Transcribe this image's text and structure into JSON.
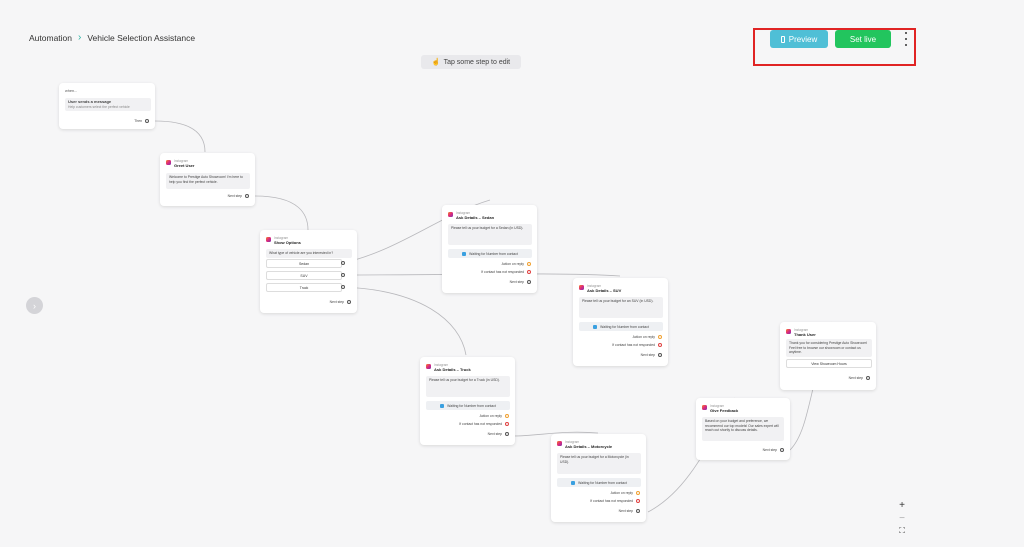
{
  "header": {
    "breadcrumb_root": "Automation",
    "breadcrumb_current": "Vehicle Selection Assistance",
    "preview_label": "Preview",
    "set_live_label": "Set live",
    "hint": "Tap some step to edit"
  },
  "colors": {
    "preview": "#4fbfd6",
    "set_live": "#22c55e",
    "highlight": "#e02424",
    "accent": "#2bb3a3"
  },
  "nodes": {
    "trigger": {
      "when": "when...",
      "title": "User sends a message",
      "subtitle": "Help customers select the perfect vehicle",
      "then": "Then"
    },
    "greet": {
      "platform": "Instagram",
      "title": "Greet User",
      "message": "Welcome to Prestige Auto Showroom! I'm here to help you find the perfect vehicle.",
      "next": "Next step"
    },
    "options": {
      "platform": "Instagram",
      "title": "Show Options",
      "question": "What type of vehicle are you interested in?",
      "choices": [
        "Sedan",
        "SUV",
        "Truck"
      ],
      "next": "Next step"
    },
    "sedan": {
      "platform": "Instagram",
      "title": "Ask Details – Sedan",
      "message": "Please tell us your budget for a Sedan (in USD).",
      "waiting": "Waiting for Number from contact",
      "on_reply": "Action on reply",
      "no_response": "If contact has not responded",
      "next": "Next step"
    },
    "suv": {
      "platform": "Instagram",
      "title": "Ask Details – SUV",
      "message": "Please tell us your budget for an SUV (in USD).",
      "waiting": "Waiting for Number from contact",
      "on_reply": "Action on reply",
      "no_response": "If contact has not responded",
      "next": "Next step"
    },
    "truck": {
      "platform": "Instagram",
      "title": "Ask Details – Truck",
      "message": "Please tell us your budget for a Truck (in USD).",
      "waiting": "Waiting for Number from contact",
      "on_reply": "Action on reply",
      "no_response": "If contact has not responded",
      "next": "Next step"
    },
    "moto": {
      "platform": "Instagram",
      "title": "Ask Details – Motorcycle",
      "message": "Please tell us your budget for a Motorcycle (in USD).",
      "waiting": "Waiting for Number from contact",
      "on_reply": "Action on reply",
      "no_response": "If contact has not responded",
      "next": "Next step"
    },
    "feedback": {
      "platform": "Instagram",
      "title": "Give Feedback",
      "message": "Based on your budget and preference, we recommend our top models! Our sales expert will reach out shortly to discuss details.",
      "next": "Next step"
    },
    "thanks": {
      "platform": "Instagram",
      "title": "Thank User",
      "message": "Thank you for considering Prestige Auto Showroom! Feel free to browse our showroom or contact us anytime.",
      "button": "View Showroom Hours",
      "next": "Next step"
    }
  },
  "zoom": {
    "in": "+",
    "out": "−"
  }
}
